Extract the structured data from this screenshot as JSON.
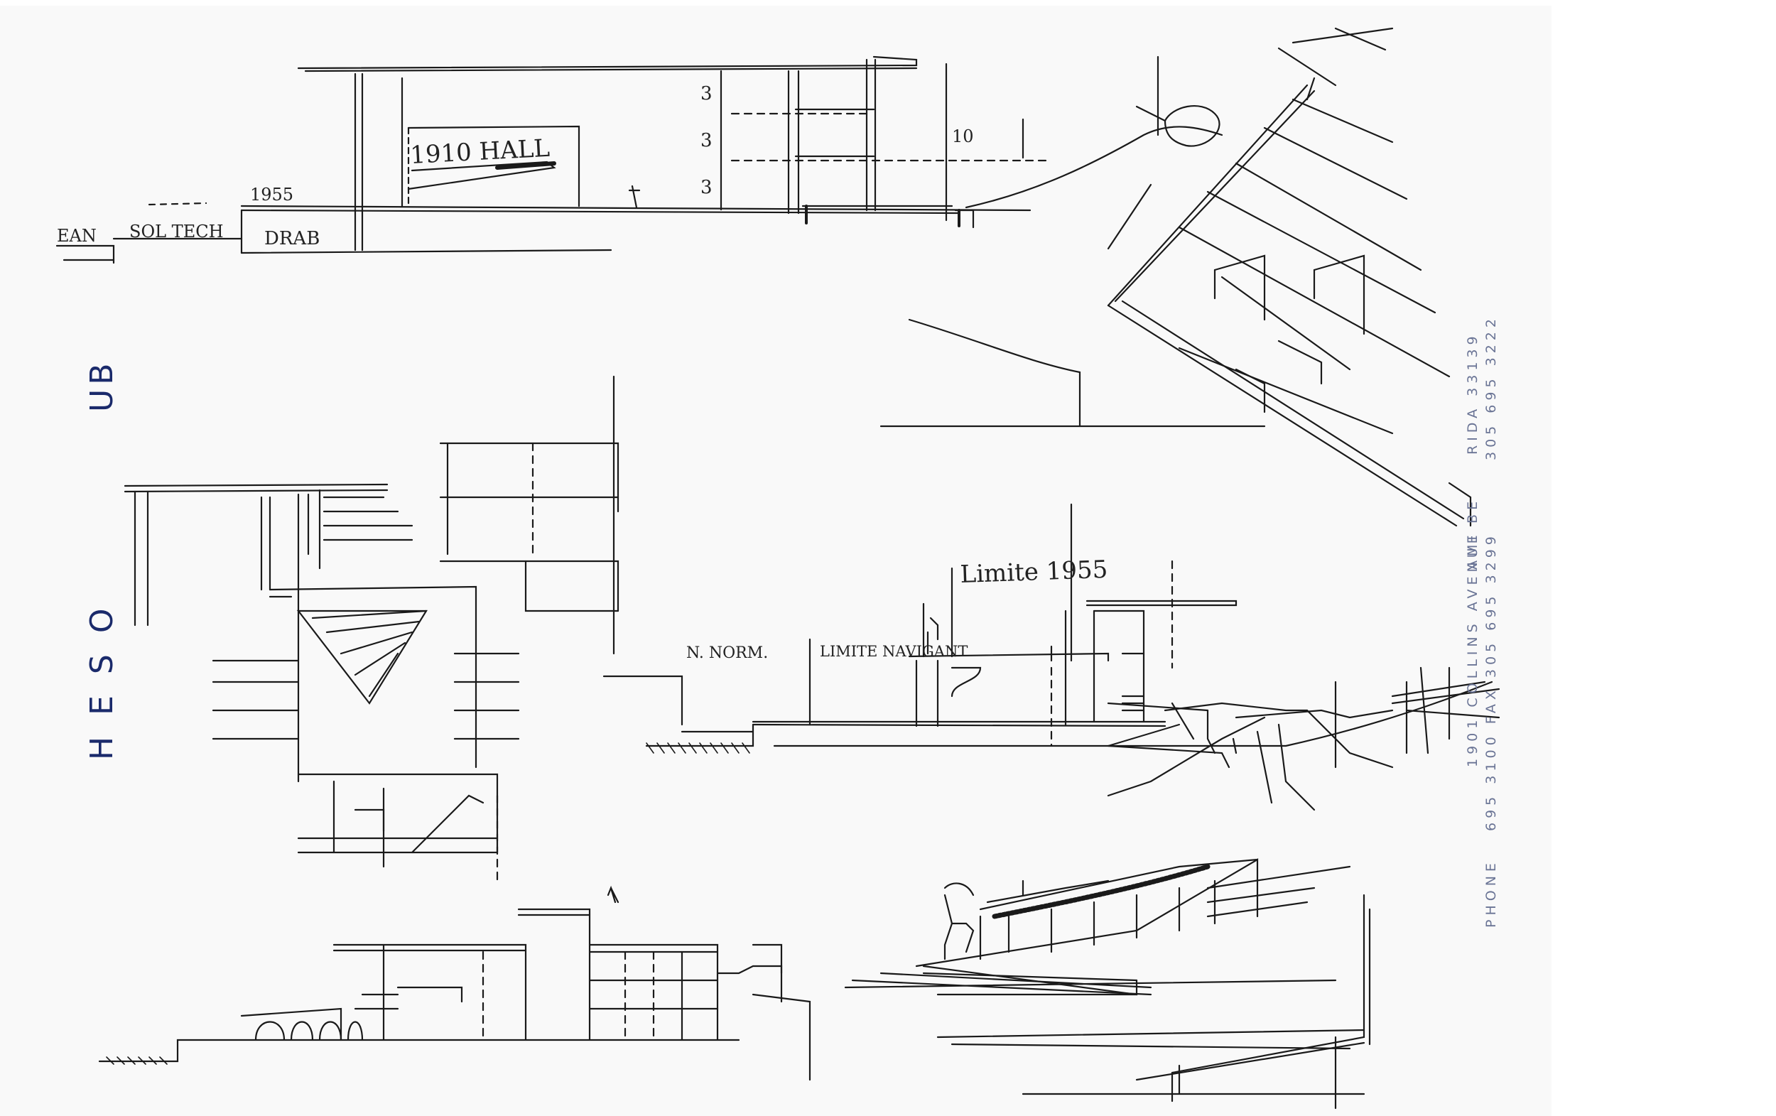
{
  "branding": {
    "letters_top": "UB",
    "letters_bottom": "HESO"
  },
  "letterhead": {
    "address_col1": "1901 COLLINS AVENUE",
    "address_col1b": "AMI BE",
    "address_col1c": "RIDA 33139",
    "address_col2": "PHONE",
    "address_col2b": "695 3100 FAX 305 695 3299",
    "address_col2c": "305 695 3222"
  },
  "annotations": {
    "hall_1910": "1910 HALL",
    "year_1955": "1955",
    "ean": "EAN",
    "sol_tech": "SOL TECH",
    "drab": "DRAB",
    "level_3a": "3",
    "level_3b": "3",
    "level_3c": "3",
    "level_10": "10",
    "limite_1955": "Limite 1955",
    "n_norm": "N. NORM.",
    "limite_navigant": "LIMITE NAVIGANT"
  },
  "colors": {
    "ink": "#1a1a1a",
    "tape": "#f7e6a6",
    "brand_blue": "#1a2a6b",
    "letterhead_grey": "#6a7495"
  }
}
